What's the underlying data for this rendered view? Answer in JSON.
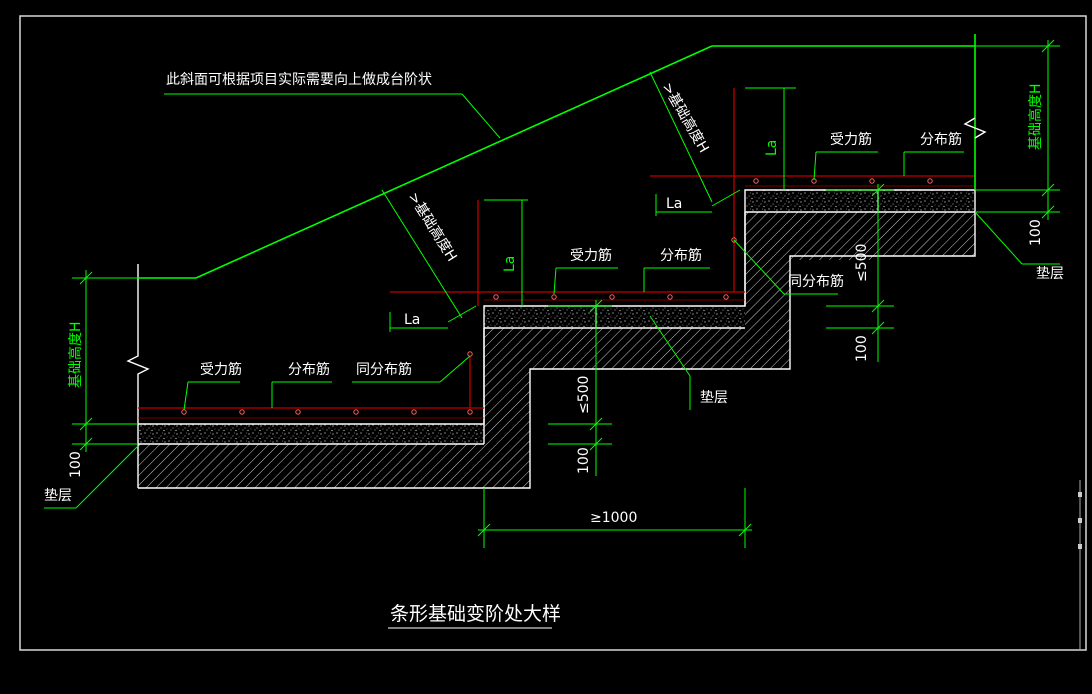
{
  "labels": {
    "slope_note": "此斜面可根据项目实际需要向上做成台阶状",
    "main_rebar": "受力筋",
    "dist_rebar": "分布筋",
    "same_dist_rebar": "同分布筋",
    "cushion": "垫层",
    "base_height_h": "基础高度H",
    "gte_base_height_h": ">基础高度H",
    "anchor_la": "La",
    "dim_100": "100",
    "dim_lte_500": "≤500",
    "dim_gte_1000": "≥1000",
    "title": "条形基础变阶处大样"
  },
  "colors": {
    "background": "#000000",
    "dimension_lines": "#00ff00",
    "outline": "#ffffff",
    "rebar": "#c00000",
    "text": "#ffffff"
  }
}
